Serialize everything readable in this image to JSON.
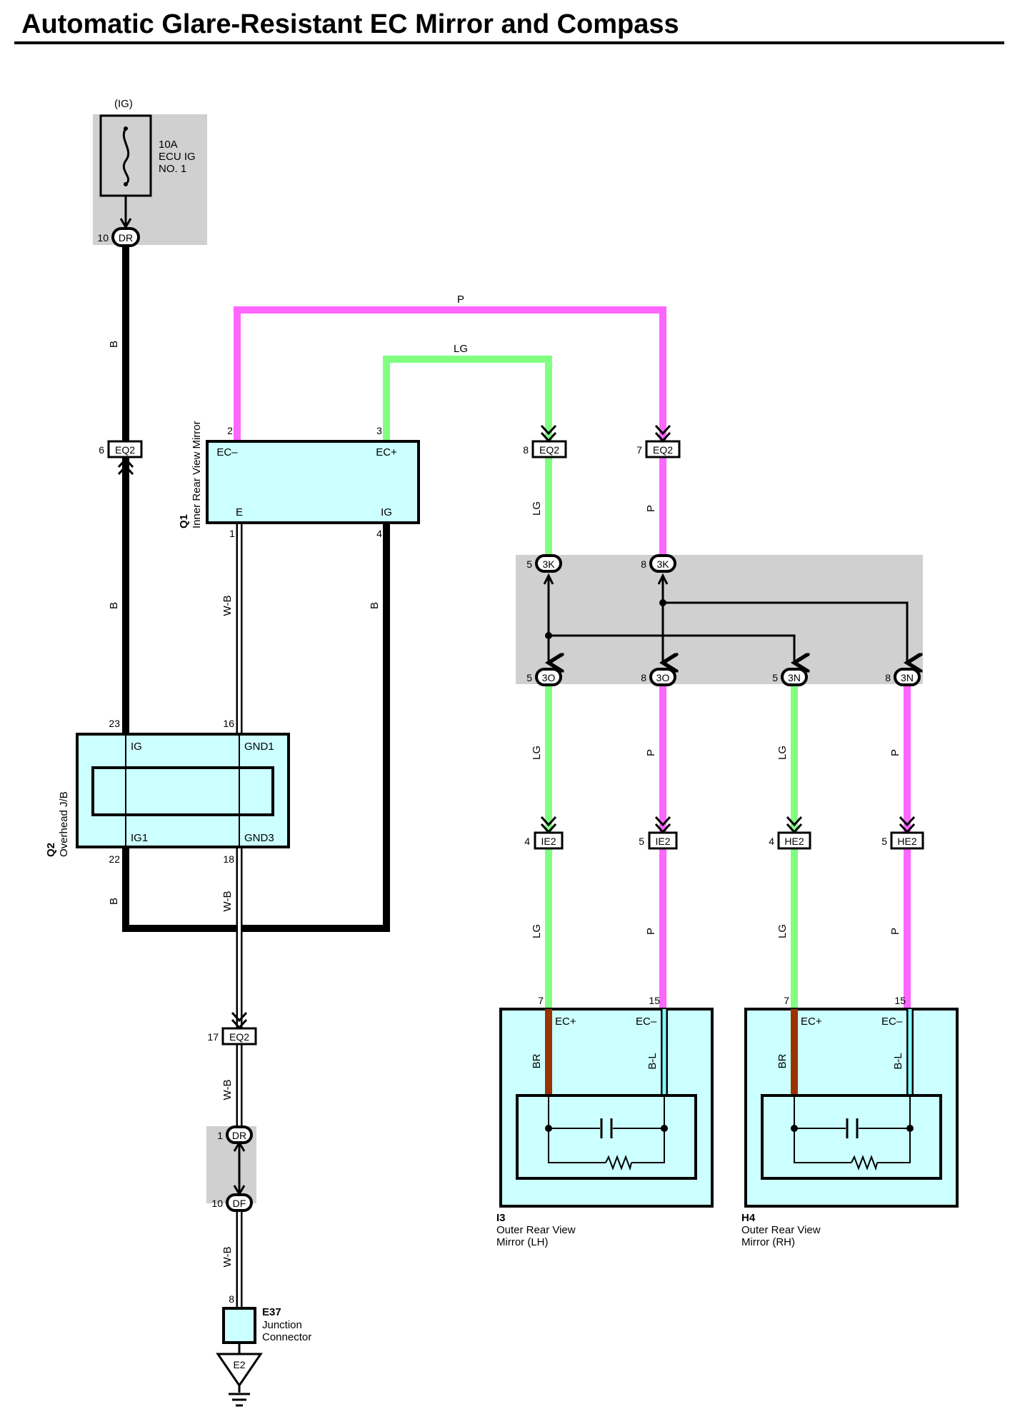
{
  "title": "Automatic Glare-Resistant EC Mirror and Compass",
  "colors": {
    "B": "#000000",
    "P": "#ff66ff",
    "LG": "#80ff80",
    "BR": "#993300",
    "component_fill": "#ccffff",
    "junction_block": "#d0d0d0"
  },
  "power": {
    "ig": "(IG)",
    "fuse": [
      "10A",
      "ECU IG",
      "NO. 1"
    ],
    "connector": {
      "pin": "10",
      "code": "DR"
    }
  },
  "wires": {
    "b": "B",
    "p": "P",
    "lg": "LG",
    "wb": "W-B",
    "br": "BR",
    "bl": "B-L"
  },
  "q1": {
    "id": "Q1",
    "name": "Inner Rear View Mirror",
    "pins": {
      "ec_minus": "2",
      "ec_plus": "3",
      "e": "1",
      "ig": "4"
    },
    "terms": {
      "ec_minus": "EC–",
      "ec_plus": "EC+",
      "e": "E",
      "ig": "IG"
    }
  },
  "q2": {
    "id": "Q2",
    "name": "Overhead J/B",
    "pins": {
      "ig": "23",
      "gnd1": "16",
      "ig1": "22",
      "gnd3": "18"
    },
    "terms": {
      "ig": "IG",
      "gnd1": "GND1",
      "ig1": "IG1",
      "gnd3": "GND3"
    }
  },
  "connectors": {
    "eq2_6": {
      "pin": "6",
      "code": "EQ2"
    },
    "eq2_8": {
      "pin": "8",
      "code": "EQ2"
    },
    "eq2_7": {
      "pin": "7",
      "code": "EQ2"
    },
    "eq2_17": {
      "pin": "17",
      "code": "EQ2"
    },
    "k3_5": {
      "pin": "5",
      "code": "3K"
    },
    "k3_8": {
      "pin": "8",
      "code": "3K"
    },
    "o3_5": {
      "pin": "5",
      "code": "3O"
    },
    "o3_8": {
      "pin": "8",
      "code": "3O"
    },
    "n3_5": {
      "pin": "5",
      "code": "3N"
    },
    "n3_8": {
      "pin": "8",
      "code": "3N"
    },
    "ie2_4": {
      "pin": "4",
      "code": "IE2"
    },
    "ie2_5": {
      "pin": "5",
      "code": "IE2"
    },
    "he2_4": {
      "pin": "4",
      "code": "HE2"
    },
    "he2_5": {
      "pin": "5",
      "code": "HE2"
    },
    "dr_1": {
      "pin": "1",
      "code": "DR"
    },
    "df_10": {
      "pin": "10",
      "code": "DF"
    }
  },
  "i3": {
    "id": "I3",
    "name": [
      "Outer Rear View",
      "Mirror (LH)"
    ],
    "pins": {
      "ec_plus": "7",
      "ec_minus": "15"
    },
    "terms": {
      "ec_plus": "EC+",
      "ec_minus": "EC–"
    }
  },
  "h4": {
    "id": "H4",
    "name": [
      "Outer Rear View",
      "Mirror (RH)"
    ],
    "pins": {
      "ec_plus": "7",
      "ec_minus": "15"
    },
    "terms": {
      "ec_plus": "EC+",
      "ec_minus": "EC–"
    }
  },
  "e37": {
    "id": "E37",
    "name": [
      "Junction",
      "Connector"
    ],
    "pin": "8"
  },
  "ground": {
    "code": "E2"
  }
}
